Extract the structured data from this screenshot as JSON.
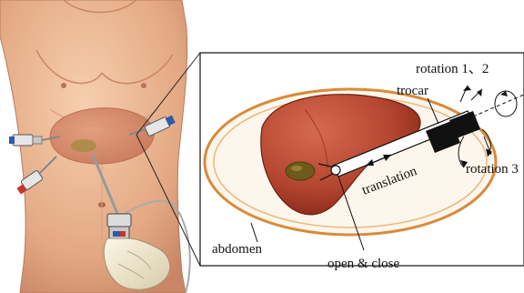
{
  "figure": {
    "labels": {
      "rotation12": "rotation 1、2",
      "trocar": "trocar",
      "rotation3": "rotation 3",
      "translation": "translation",
      "abdomen": "abdomen",
      "open_close": "open & close"
    },
    "colors": {
      "skin": "#e9b48f",
      "skin_shadow": "#c9876a",
      "liver": "#b3452f",
      "liver_dark": "#7e2418",
      "gallbladder": "#7a6a1d",
      "abdomen_ring": "#d98a3a",
      "abdomen_fill": "#fdf3e6",
      "trocar": "#111111",
      "instrument": "#ffffff",
      "glove": "#f1e7c9"
    },
    "icons": [
      "torso-illustration",
      "liver-icon",
      "gallbladder-icon",
      "trocar-icon",
      "laparoscope-icon",
      "gloved-hand-icon",
      "rotation-arrow-icon",
      "translation-arrow-icon"
    ]
  }
}
